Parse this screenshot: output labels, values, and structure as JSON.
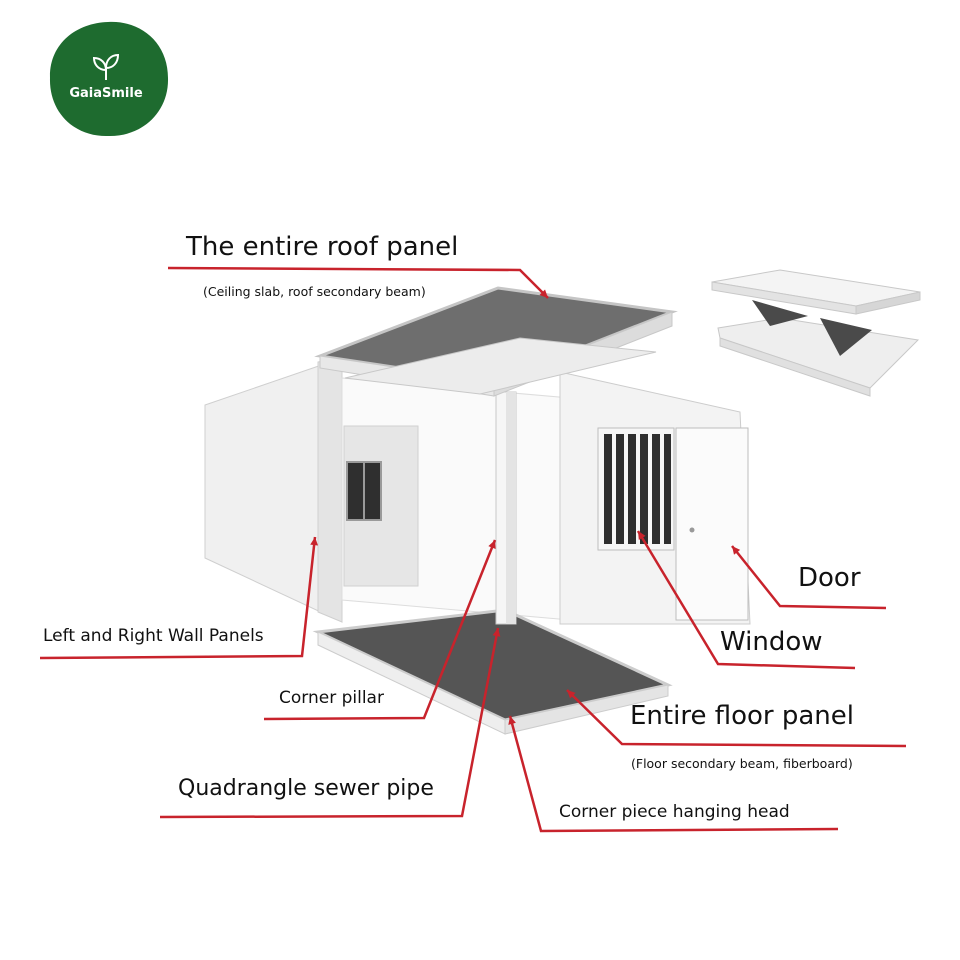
{
  "logo": {
    "brand": "GaiaSmile",
    "icon": "sprout-leaf-icon",
    "color": "#1e6b2f"
  },
  "colors": {
    "leader": "#c8232c",
    "panel": "#f2f2f2",
    "edge": "#c9c9c9",
    "dark": "#4a4a4a"
  },
  "labels": {
    "roof_title": "The entire roof panel",
    "roof_sub": "(Ceiling slab, roof secondary beam)",
    "door": "Door",
    "window": "Window",
    "walls": "Left and Right Wall Panels",
    "pillar": "Corner pillar",
    "floor_title": "Entire floor panel",
    "floor_sub": "(Floor secondary beam, fiberboard)",
    "sewer": "Quadrangle sewer pipe",
    "corner_piece": "Corner piece hanging head"
  }
}
